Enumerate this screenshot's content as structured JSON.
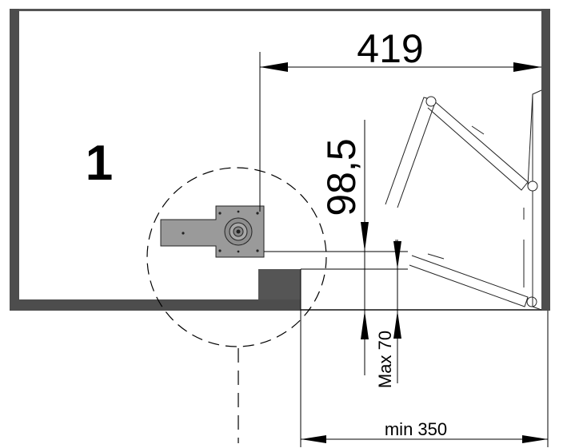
{
  "cabinet_number": "1",
  "dimensions": {
    "width_top": "419",
    "height_offset": "98,5",
    "max_gap": "Max  70",
    "min_opening": "min 350"
  },
  "colors": {
    "wall": "#4d4d4d",
    "block": "#555555",
    "plate": "#9a9a9a",
    "line": "#000000"
  }
}
